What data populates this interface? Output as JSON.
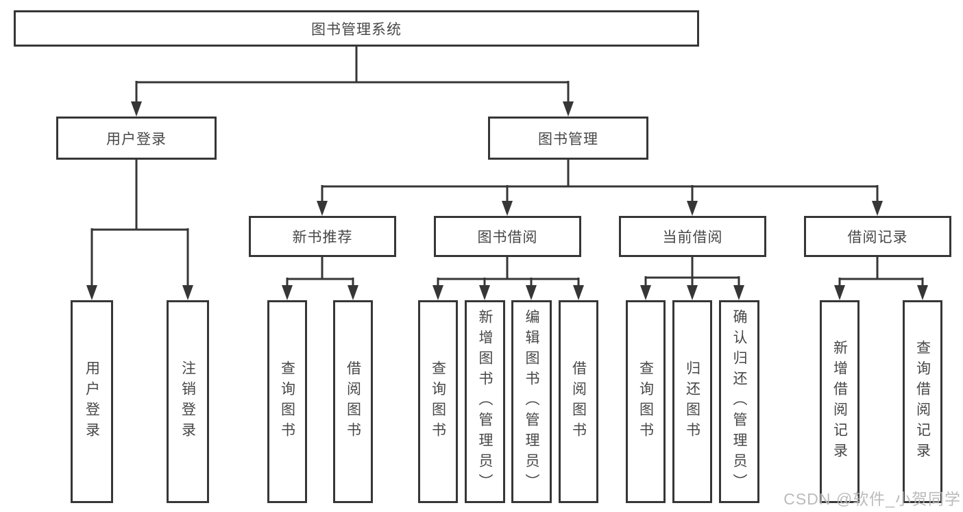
{
  "nodes": {
    "root": "图书管理系统",
    "login": "用户登录",
    "mgmt": "图书管理",
    "new_books": "新书推荐",
    "book_borrow": "图书借阅",
    "current_borrow": "当前借阅",
    "borrow_records": "借阅记录",
    "login_user": "用户登录",
    "login_logout": "注销登录",
    "new_query": "查询图书",
    "new_borrow": "借阅图书",
    "bb_query": "查询图书",
    "bb_add": "新增图书（管理员）",
    "bb_edit": "编辑图书（管理员）",
    "bb_borrow": "借阅图书",
    "cb_query": "查询图书",
    "cb_return": "归还图书",
    "cb_confirm": "确认归还（管理员）",
    "br_add": "新增借阅记录",
    "br_query": "查询借阅记录"
  },
  "watermark": "CSDN @软件_小贺同学",
  "colors": {
    "line": "#363636",
    "text": "#474747",
    "watermark": "#b8b8b8"
  }
}
